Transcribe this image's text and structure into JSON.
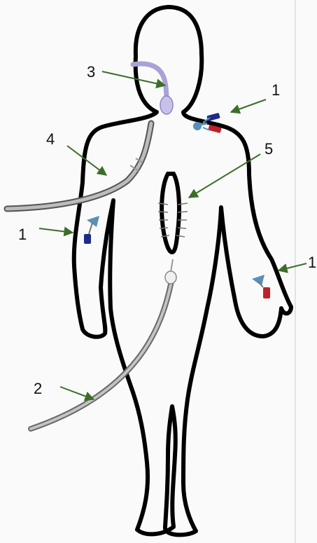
{
  "figure": {
    "labels": [
      {
        "id": "label-1-right-shoulder",
        "text": "1"
      },
      {
        "id": "label-1-left-arm",
        "text": "1"
      },
      {
        "id": "label-1-right-hand",
        "text": "1"
      },
      {
        "id": "label-2",
        "text": "2"
      },
      {
        "id": "label-3",
        "text": "3"
      },
      {
        "id": "label-4",
        "text": "4"
      },
      {
        "id": "label-5",
        "text": "5"
      }
    ]
  },
  "colors": {
    "outline": "#000000",
    "arrow": "#3c6e2a",
    "tube": "#9a9a9a",
    "catheter_blue": "#1c2a8c",
    "catheter_red": "#c0202a",
    "catheter_hub": "#5a8fb8",
    "airway": "#a9a2d6"
  },
  "icons": [
    "venous-catheter-icon",
    "chest-tube-icon",
    "urinary-catheter-icon",
    "endotracheal-tube-icon",
    "sternal-wound-icon"
  ]
}
